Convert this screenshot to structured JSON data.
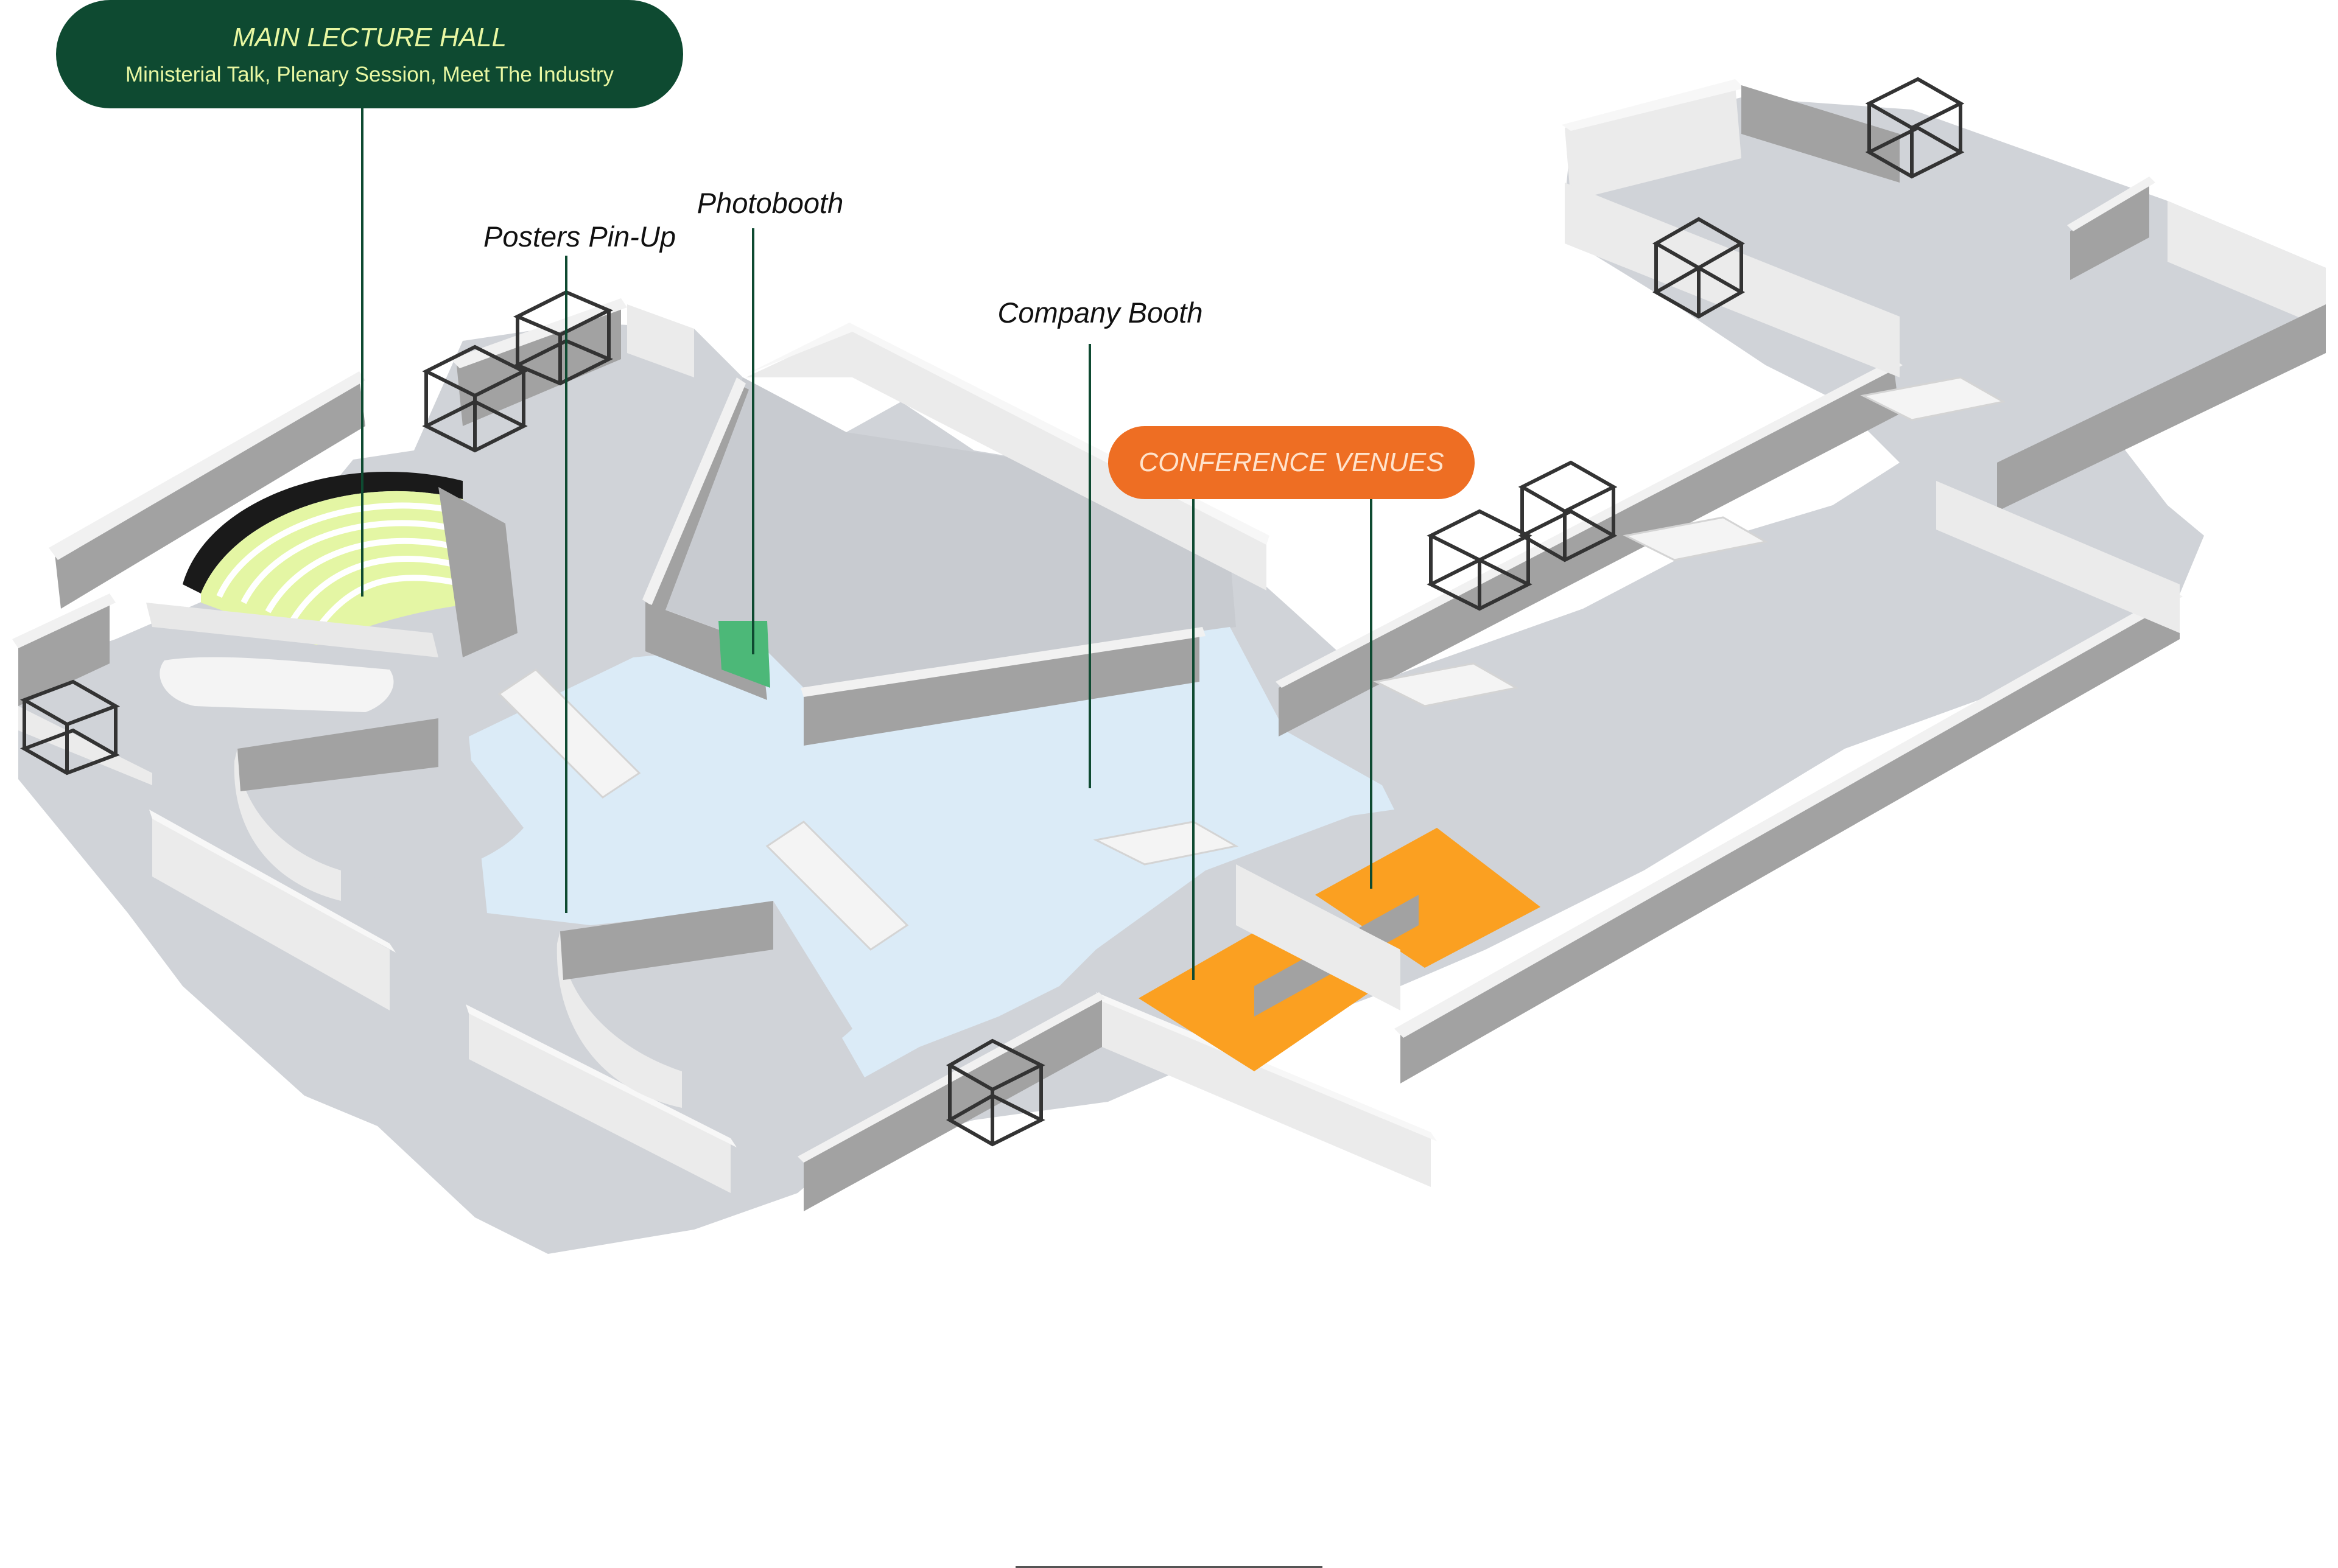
{
  "labels": {
    "main_hall_title": "MAIN LECTURE HALL",
    "main_hall_subtitle": "Ministerial Talk, Plenary Session, Meet The Industry",
    "photobooth": "Photobooth",
    "posters": "Posters Pin-Up",
    "company_booth": "Company Booth",
    "conference_venues": "CONFERENCE VENUES"
  },
  "icons": [
    "door-frame-icon",
    "staircase-icon"
  ],
  "colors": {
    "main_hall_bg": "#0e4a31",
    "main_hall_text": "#e8f7a2",
    "conference_bg": "#ee6e23",
    "conference_text": "#ffe3cc",
    "seating_highlight": "#e4f6a4",
    "photobooth_zone": "#4cb878",
    "venue_highlight": "#fba021",
    "lobby_floor": "#dbebf7",
    "floor": "#d0d3d8",
    "wall_top": "#f1f1f1",
    "wall_side": "#a2a2a2",
    "leader_line": "#0e4a31"
  }
}
